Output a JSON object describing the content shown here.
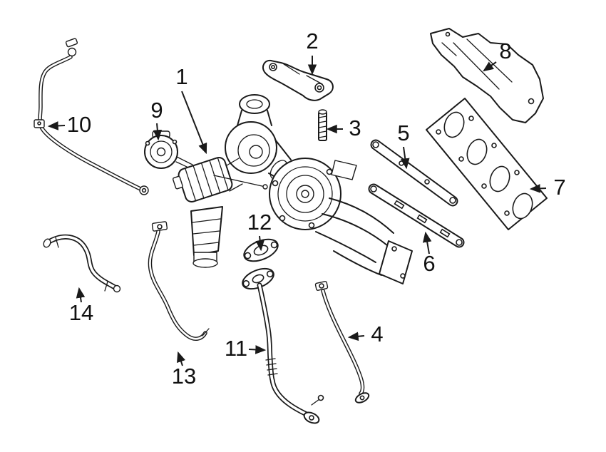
{
  "page": {
    "background": "#ffffff"
  },
  "diagram": {
    "line_color": "#1a1a1a",
    "callouts": [
      {
        "label": "1"
      },
      {
        "label": "2"
      },
      {
        "label": "3"
      },
      {
        "label": "4"
      },
      {
        "label": "5"
      },
      {
        "label": "6"
      },
      {
        "label": "7"
      },
      {
        "label": "8"
      },
      {
        "label": "9"
      },
      {
        "label": "10"
      },
      {
        "label": "11"
      },
      {
        "label": "12"
      },
      {
        "label": "13"
      },
      {
        "label": "14"
      }
    ]
  }
}
